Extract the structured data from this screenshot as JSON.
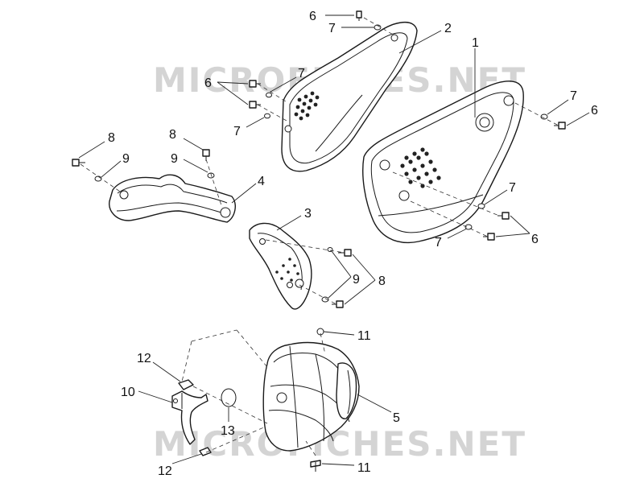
{
  "watermark": {
    "text": "MICROFICHES.NET",
    "color": "#d4d4d4"
  },
  "callouts": {
    "c1": "1",
    "c2": "2",
    "c3": "3",
    "c4": "4",
    "c5": "5",
    "c6a": "6",
    "c6b": "6",
    "c6c": "6",
    "c6d": "6",
    "c7a": "7",
    "c7b": "7",
    "c7c": "7",
    "c7d": "7",
    "c7e": "7",
    "c7f": "7",
    "c8a": "8",
    "c8b": "8",
    "c8c": "8",
    "c9a": "9",
    "c9b": "9",
    "c9c": "9",
    "c10": "10",
    "c11a": "11",
    "c11b": "11",
    "c12a": "12",
    "c12b": "12",
    "c13": "13"
  },
  "colors": {
    "line": "#1a1a1a",
    "background": "#ffffff"
  }
}
